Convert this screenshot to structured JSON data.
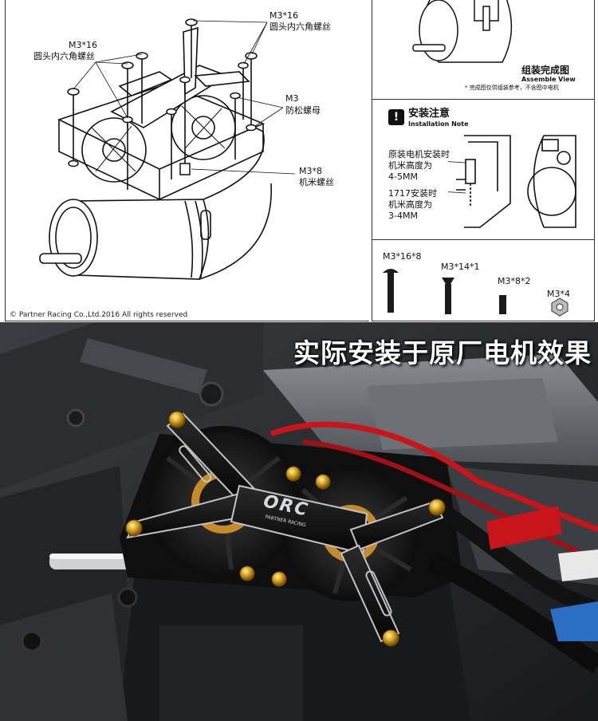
{
  "sheet": {
    "labels": {
      "screw_left_size": "M3*16",
      "screw_left_desc": "圆头内六角螺丝",
      "screw_top_size": "M3*16",
      "screw_top_desc": "圆头内六角螺丝",
      "nut_size": "M3",
      "nut_desc": "防松螺母",
      "screw_motor_size": "M3*8",
      "screw_motor_desc": "机米螺丝"
    },
    "assembled": {
      "title_cn": "组装完成图",
      "title_en": "Assemble View",
      "note": "* 完成图仅供组装参考，不含图中电机"
    },
    "install_note": {
      "badge": "!",
      "title_cn": "安装注意",
      "title_en": "Installation Note",
      "line1_a": "原装电机安装时",
      "line1_b": "机米高度为",
      "line1_c": "4-5MM",
      "line2_a": "1717安装时",
      "line2_b": "机米高度为",
      "line2_c": "3-4MM"
    },
    "parts": [
      {
        "label": "M3*16*8"
      },
      {
        "label": "M3*14*1"
      },
      {
        "label": "M3*8*2"
      },
      {
        "label": "M3*4"
      }
    ],
    "copyright": "© Partner Racing Co.,Ltd.2016 All rights reserved"
  },
  "photo": {
    "title": "实际安装于原厂电机效果",
    "logo_text": "ORC",
    "logo_sub": "PARTNER RACING",
    "colors": {
      "anodized_gold": "#d9a520",
      "bracket_black": "#151515",
      "wire_red": "#c8141b",
      "chassis_grey": "#7d8084"
    }
  }
}
